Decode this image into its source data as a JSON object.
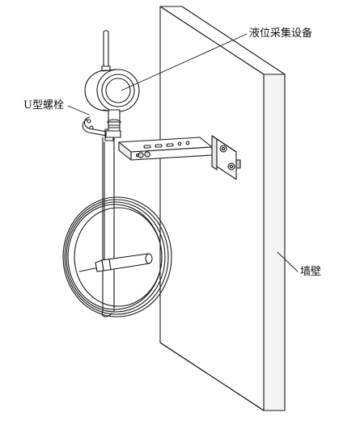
{
  "labels": {
    "device": "液位采集设备",
    "bolt": "U型螺栓",
    "wall": "墙壁"
  },
  "colors": {
    "line": "#1a1a1a",
    "background": "#ffffff"
  }
}
